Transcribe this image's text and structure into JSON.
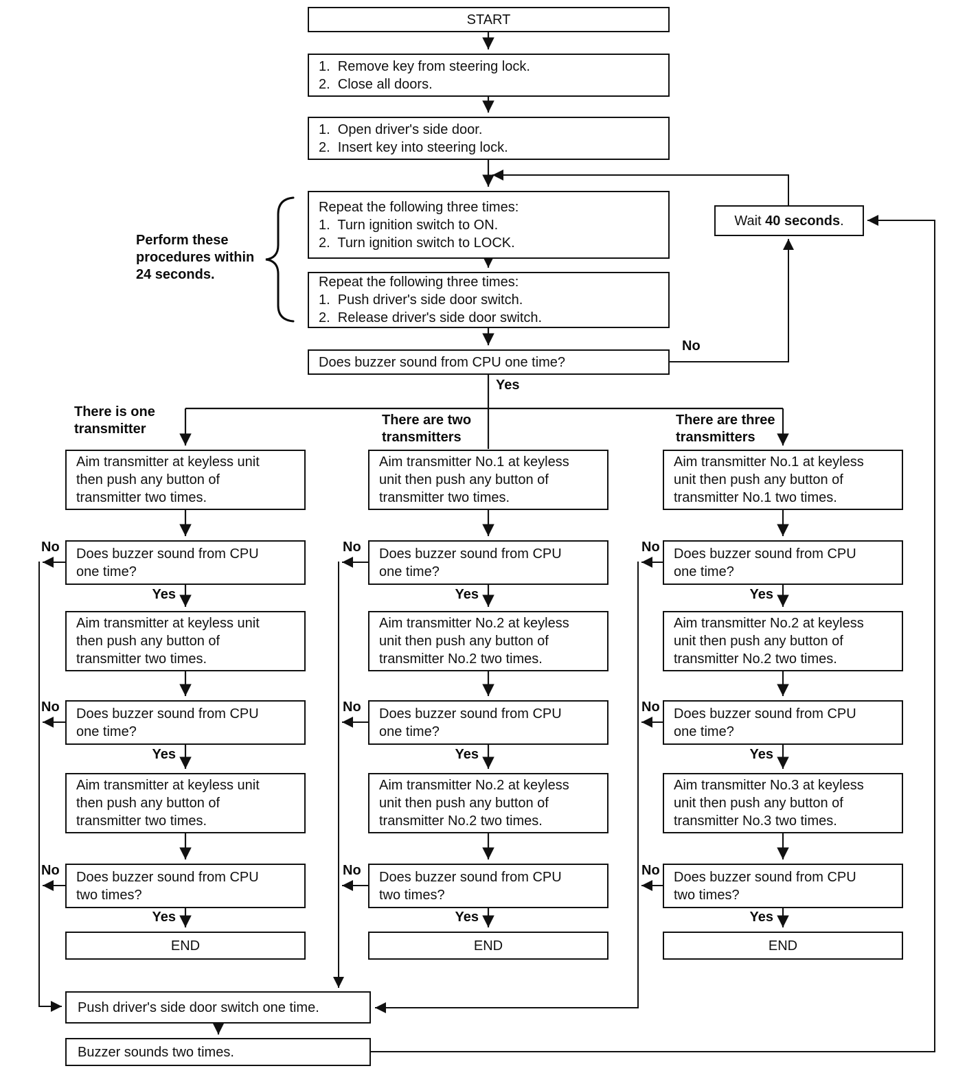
{
  "labels": {
    "yes": "Yes",
    "no": "No"
  },
  "top": {
    "start": "START",
    "step1": "1.  Remove key from steering lock.\n2.  Close all doors.",
    "step2": "1.  Open driver's side door.\n2.  Insert key into steering lock.",
    "repeat1": "Repeat the following three times:\n1.  Turn ignition switch to ON.\n2.  Turn ignition switch to LOCK.",
    "repeat2": "Repeat the following three times:\n1.  Push driver's side door switch.\n2.  Release driver's side door switch.",
    "buzzer_check": "Does buzzer sound from CPU one time?",
    "side_note": "Perform these\nprocedures within\n24 seconds.",
    "wait_prefix": "Wait ",
    "wait_bold": "40 seconds",
    "wait_suffix": "."
  },
  "branches": [
    {
      "label": "There is one\ntransmitter",
      "boxes": [
        "Aim transmitter at keyless unit\nthen push any button of\ntransmitter two times.",
        "Does buzzer sound from CPU\none time?",
        "Aim transmitter at keyless unit\nthen push any button of\ntransmitter two times.",
        "Does buzzer sound from CPU\none time?",
        "Aim transmitter at keyless unit\nthen push any button of\ntransmitter two times.",
        "Does buzzer sound from CPU\ntwo times?",
        "END"
      ]
    },
    {
      "label": "There are two\ntransmitters",
      "boxes": [
        "Aim transmitter No.1 at keyless\nunit then push any button of\ntransmitter two times.",
        "Does buzzer sound from CPU\none time?",
        "Aim transmitter No.2 at keyless\nunit then push any button of\ntransmitter No.2 two times.",
        "Does buzzer sound from CPU\none time?",
        "Aim transmitter No.2 at keyless\nunit then push any button of\ntransmitter No.2 two times.",
        "Does buzzer sound from CPU\ntwo times?",
        "END"
      ]
    },
    {
      "label": "There are three\ntransmitters",
      "boxes": [
        "Aim transmitter No.1 at keyless\nunit then push any button of\ntransmitter No.1 two times.",
        "Does buzzer sound from CPU\none time?",
        "Aim transmitter No.2 at keyless\nunit then push any button of\ntransmitter No.2 two times.",
        "Does buzzer sound from CPU\none time?",
        "Aim transmitter No.3 at keyless\nunit then push any button of\ntransmitter No.3 two times.",
        "Does buzzer sound from CPU\ntwo times?",
        "END"
      ]
    }
  ],
  "bottom": {
    "push": "Push driver's side door switch one time.",
    "buzz": "Buzzer sounds two times."
  }
}
